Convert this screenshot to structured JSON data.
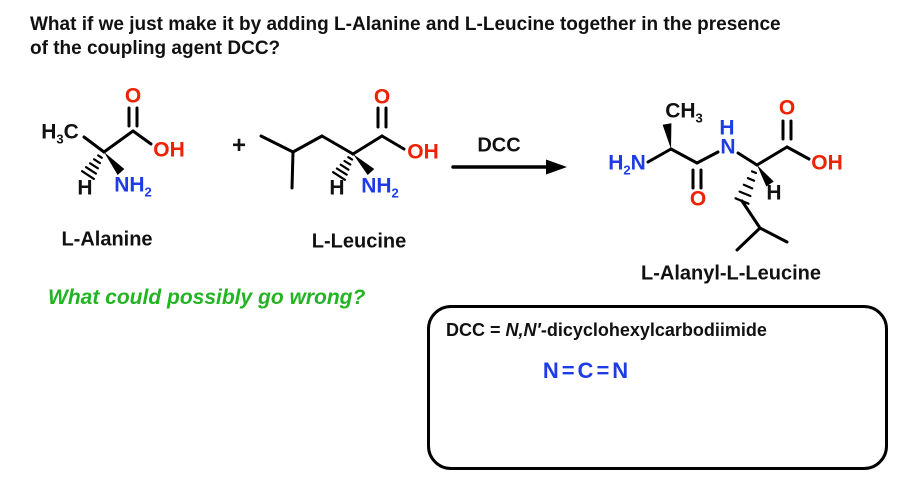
{
  "title": {
    "line1": "What if we just make it by adding L-Alanine and L-Leucine together in the presence",
    "line2": "of the coupling agent DCC?"
  },
  "reaction": {
    "plus_sign": "+",
    "arrow_reagent": "DCC"
  },
  "commentary": "What could possibly go wrong?",
  "molecules": {
    "alanine": {
      "name": "L-Alanine",
      "atoms": {
        "methyl": "H3C",
        "carbonyl_oxygen": "O",
        "hydroxyl": "OH",
        "alpha_hydrogen": "H",
        "amine": "NH2"
      }
    },
    "leucine": {
      "name": "L-Leucine",
      "atoms": {
        "carbonyl_oxygen": "O",
        "hydroxyl": "OH",
        "alpha_hydrogen": "H",
        "amine": "NH2"
      }
    },
    "product": {
      "name": "L-Alanyl-L-Leucine",
      "atoms": {
        "amine": "H2N",
        "methyl": "CH3",
        "amide_oxygen": "O",
        "amide_nitrogen": "N",
        "amide_hydrogen": "H",
        "acid_oxygen": "O",
        "hydroxyl": "OH",
        "alpha_hydrogen": "H"
      }
    }
  },
  "dcc_box": {
    "definition_prefix": "DCC = ",
    "definition_italic": "N,N′",
    "definition_suffix": "-dicyclohexylcarbodiimide",
    "carbodiimide_label": "N=C=N"
  },
  "colors": {
    "oxygen_red": "#ee2200",
    "nitrogen_blue": "#1e3ce6",
    "commentary_green": "#22b422",
    "bond_black": "#000000"
  }
}
